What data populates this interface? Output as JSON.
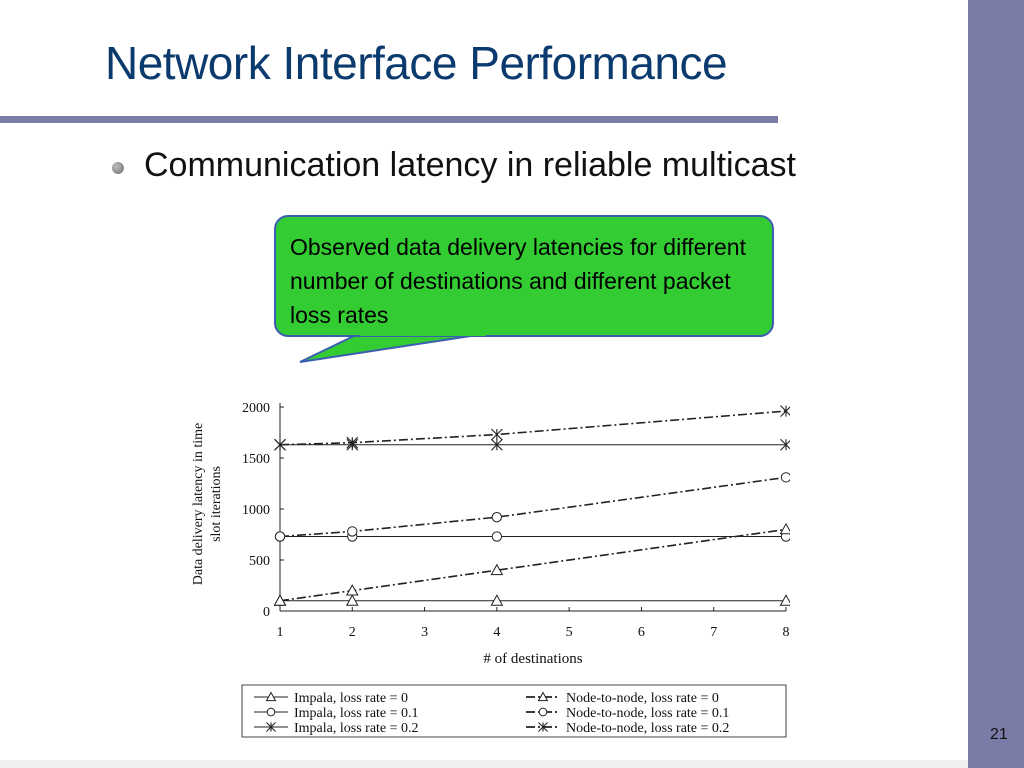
{
  "slide": {
    "title": "Network Interface Performance",
    "bullet": "Communication latency in reliable multicast",
    "callout": "Observed data delivery latencies for different number of destinations and different packet loss rates",
    "page_number": "21",
    "colors": {
      "title": "#0b3a6e",
      "accent_bar": "#7b7ba8",
      "callout_fill": "#33cc33",
      "callout_border": "#3a5fb0"
    }
  },
  "chart_data": {
    "type": "line",
    "xlabel": "# of destinations",
    "ylabel_lines": [
      "Data delivery latency in time",
      "slot iterations"
    ],
    "x_ticks": [
      1,
      2,
      3,
      4,
      5,
      6,
      7,
      8
    ],
    "y_ticks": [
      0,
      500,
      1000,
      1500,
      2000
    ],
    "xlim": [
      1,
      8
    ],
    "ylim": [
      0,
      2000
    ],
    "grid": false,
    "legend_position": "bottom",
    "series": [
      {
        "name": "Impala, loss rate = 0",
        "marker": "triangle",
        "style": "solid",
        "x": [
          1,
          2,
          4,
          8
        ],
        "y": [
          100,
          100,
          100,
          100
        ]
      },
      {
        "name": "Impala, loss rate = 0.1",
        "marker": "circle",
        "style": "solid",
        "x": [
          1,
          2,
          4,
          8
        ],
        "y": [
          730,
          730,
          730,
          730
        ]
      },
      {
        "name": "Impala, loss rate = 0.2",
        "marker": "star",
        "style": "solid",
        "x": [
          1,
          2,
          4,
          8
        ],
        "y": [
          1630,
          1630,
          1630,
          1630
        ]
      },
      {
        "name": "Node-to-node, loss rate = 0",
        "marker": "triangle",
        "style": "dashdot",
        "x": [
          1,
          2,
          4,
          8
        ],
        "y": [
          100,
          200,
          400,
          800
        ]
      },
      {
        "name": "Node-to-node, loss rate = 0.1",
        "marker": "circle",
        "style": "dashdot",
        "x": [
          1,
          2,
          4,
          8
        ],
        "y": [
          730,
          780,
          920,
          1310
        ]
      },
      {
        "name": "Node-to-node, loss rate = 0.2",
        "marker": "star",
        "style": "dashdot",
        "x": [
          1,
          2,
          4,
          8
        ],
        "y": [
          1630,
          1650,
          1730,
          1960
        ]
      }
    ]
  }
}
